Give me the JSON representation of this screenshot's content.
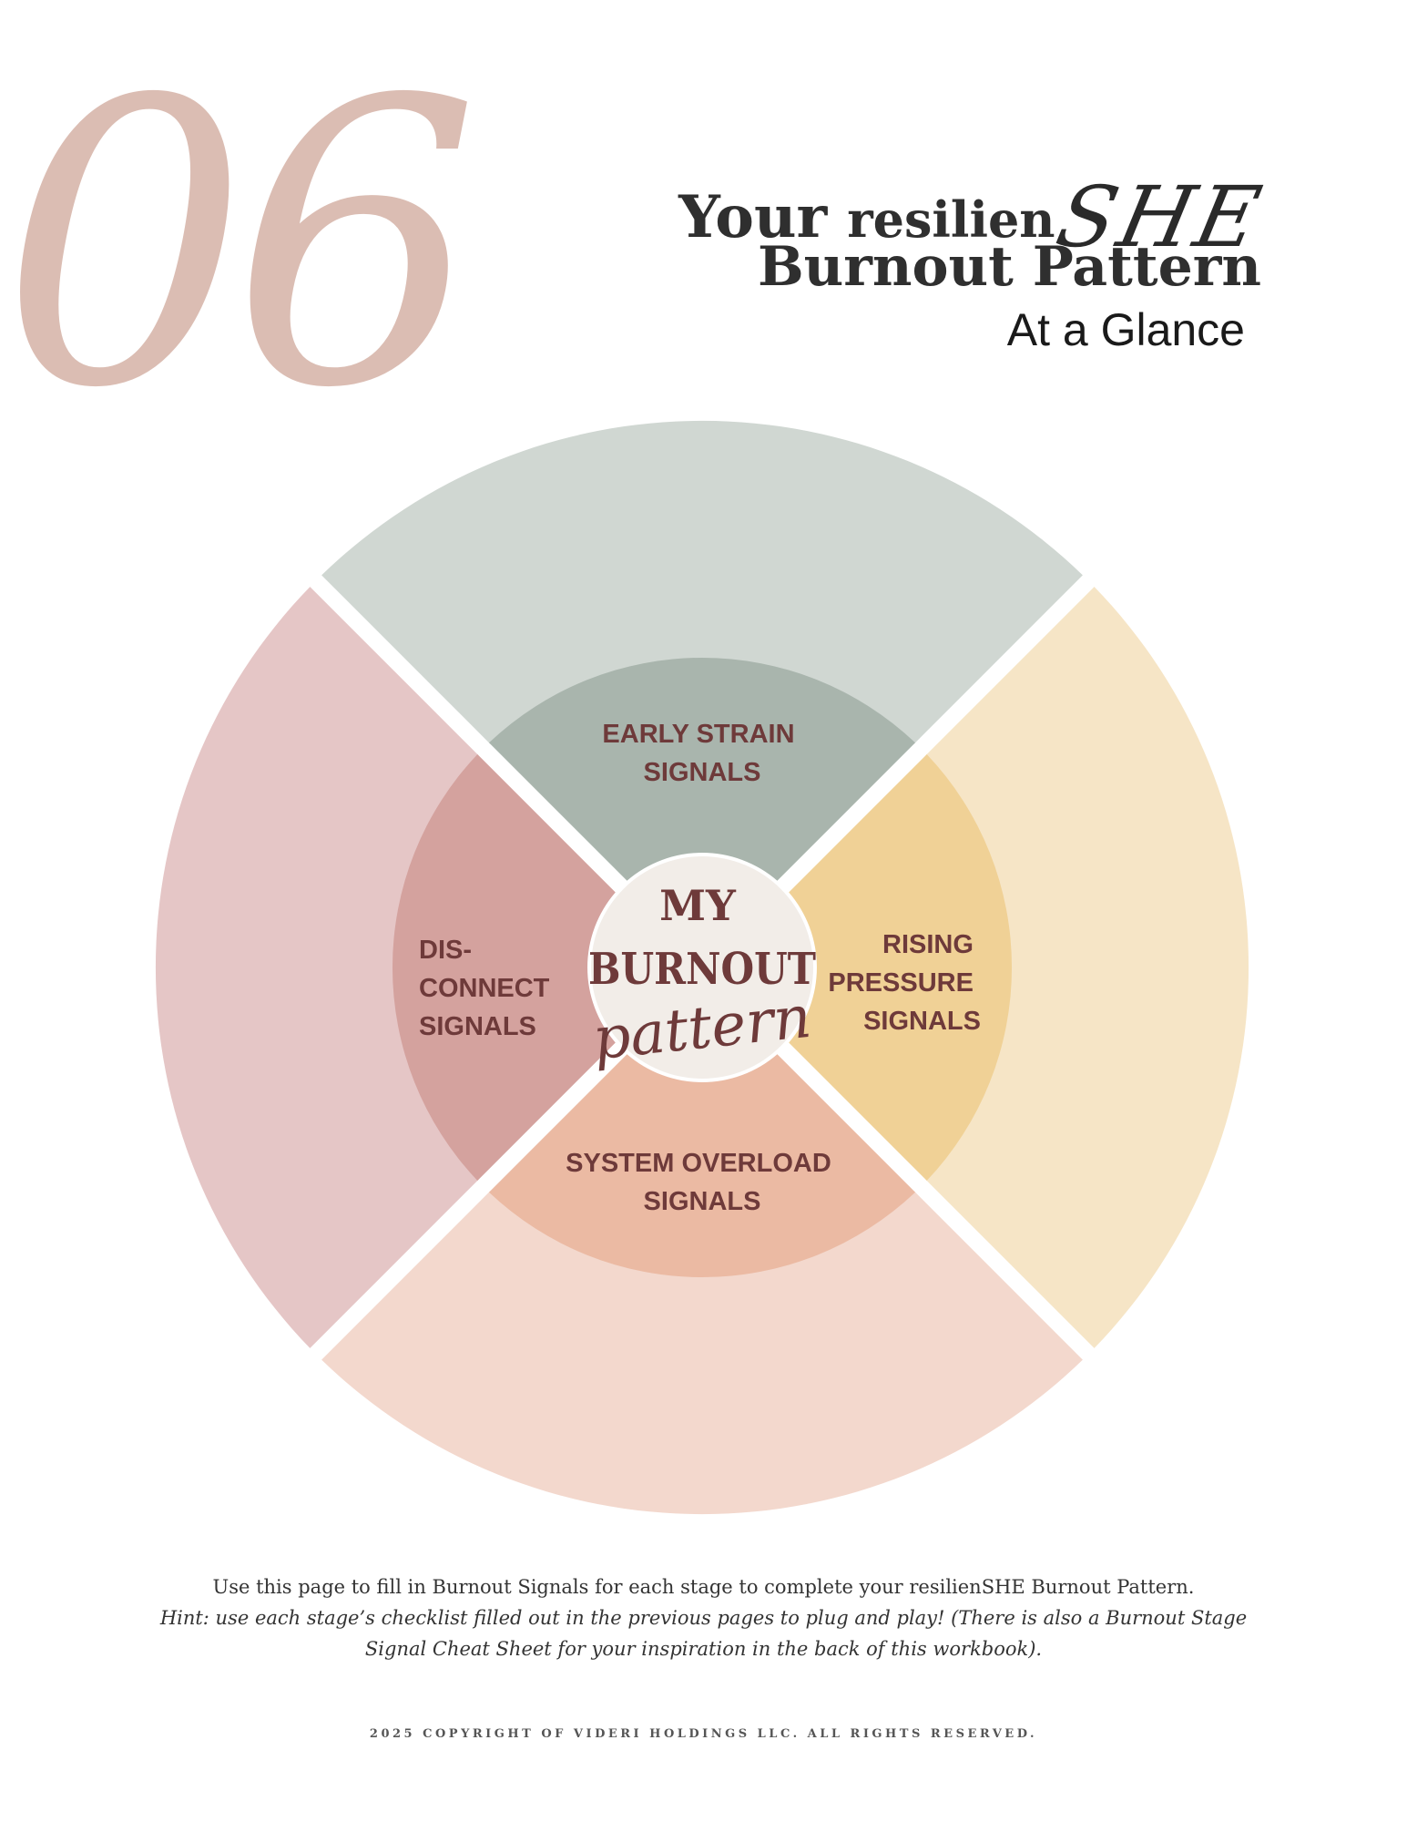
{
  "page_number": "06",
  "title": {
    "your": "Your",
    "resilien": "resilien",
    "she": "SHE",
    "line2": "Burnout Pattern",
    "line3": "At a Glance"
  },
  "wheel": {
    "segments": [
      {
        "id": "top",
        "label_lines": [
          "EARLY STRAIN",
          "SIGNALS"
        ]
      },
      {
        "id": "right",
        "label_lines": [
          "RISING",
          "PRESSURE",
          "SIGNALS"
        ]
      },
      {
        "id": "bottom",
        "label_lines": [
          "SYSTEM OVERLOAD",
          "SIGNALS"
        ]
      },
      {
        "id": "left",
        "label_lines": [
          "DIS-",
          "CONNECT",
          "SIGNALS"
        ]
      }
    ],
    "center": {
      "line1": "MY",
      "line2": "BURNOUT",
      "script": "pattern"
    }
  },
  "colors": {
    "number": "#dbbdb3",
    "top_outer": "#d0d7d2",
    "top_inner": "#a9b5ad",
    "right_outer": "#f6e5c6",
    "right_inner": "#f0d196",
    "bottom_outer": "#f3d8cd",
    "bottom_inner": "#ebbaa3",
    "left_outer": "#e5c6c6",
    "left_inner": "#d4a29e",
    "center": "#f2ede8",
    "label": "#6e3a3a"
  },
  "instructions": {
    "line1": "Use this page to fill in Burnout Signals for each stage to complete your resilienSHE Burnout Pattern.",
    "hint": "Hint: use each stage’s checklist filled out in the previous pages to plug and play! (There is also a Burnout Stage Signal Cheat Sheet for your inspiration in the back of this workbook)."
  },
  "copyright": "2025 COPYRIGHT OF VIDERI HOLDINGS LLC. ALL RIGHTS RESERVED."
}
